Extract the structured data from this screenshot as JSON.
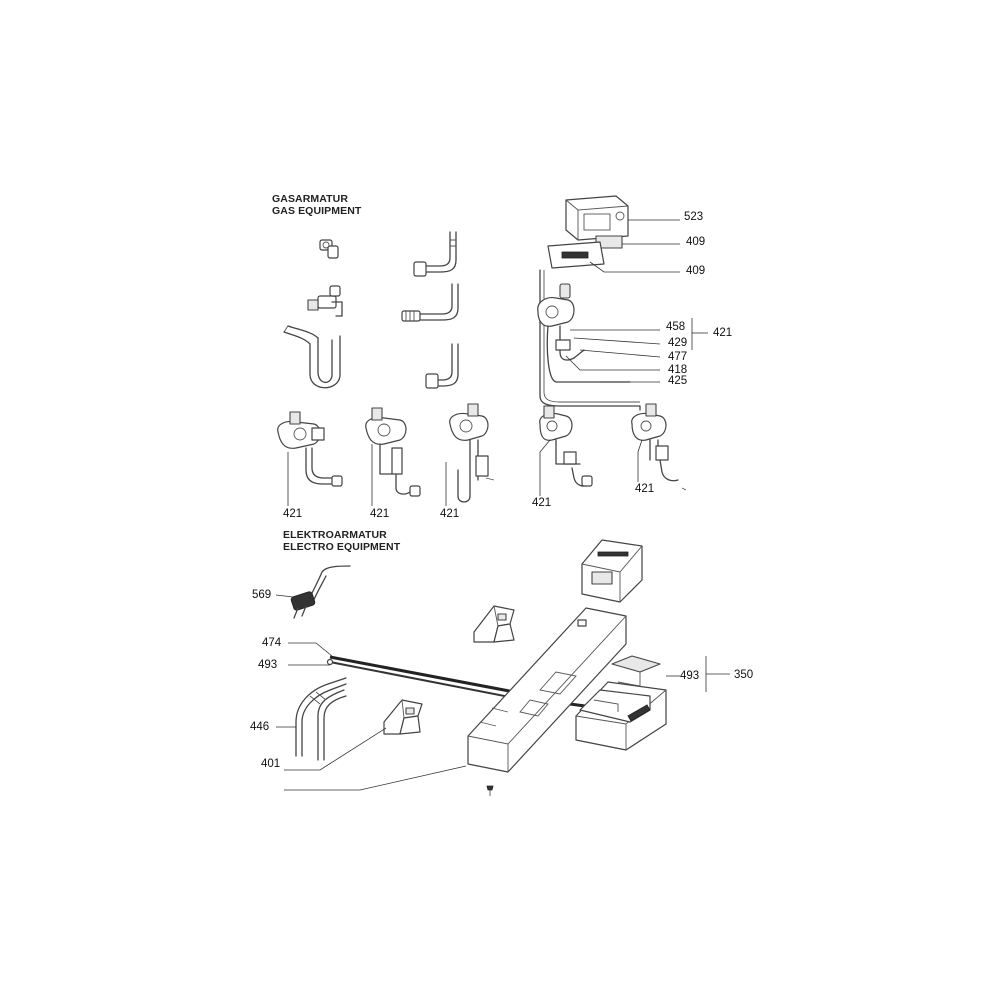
{
  "headings": {
    "gas_de": "GASARMATUR",
    "gas_en": "GAS EQUIPMENT",
    "electro_de": "ELEKTROARMATUR",
    "electro_en": "ELECTRO EQUIPMENT"
  },
  "callouts": {
    "c523": "523",
    "c409a": "409",
    "c409b": "409",
    "c458": "458",
    "c429": "429",
    "c477": "477",
    "c418": "418",
    "c425": "425",
    "c421_group": "421",
    "c421_a": "421",
    "c421_b": "421",
    "c421_c": "421",
    "c421_d": "421",
    "c421_e": "421",
    "c569": "569",
    "c474": "474",
    "c493a": "493",
    "c493b": "493",
    "c350": "350",
    "c446": "446",
    "c401": "401"
  }
}
